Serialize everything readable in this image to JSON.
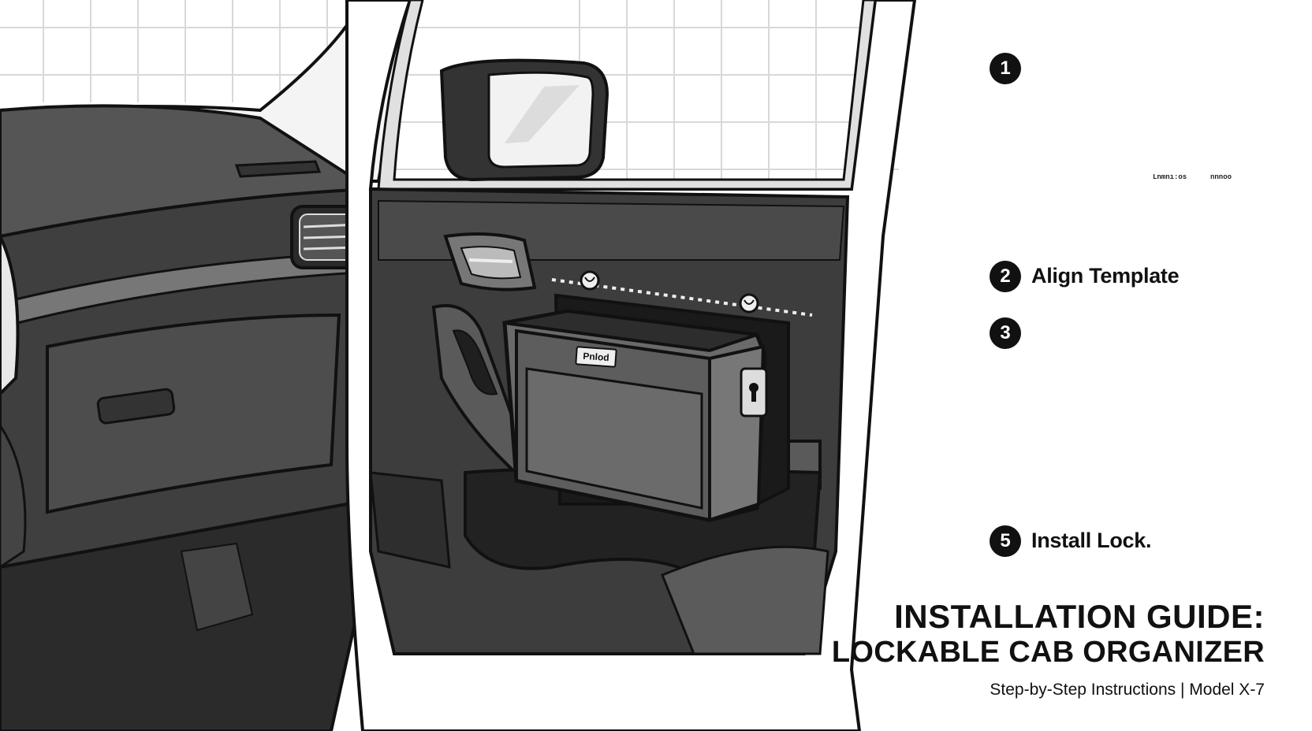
{
  "title": {
    "line1": "INSTALLATION GUIDE:",
    "line2": "LOCKABLE CAB ORGANIZER",
    "subtitle": "Step-by-Step Instructions | Model X-7"
  },
  "steps": [
    {
      "number": "1",
      "label": ""
    },
    {
      "number": "2",
      "label": "Align Template"
    },
    {
      "number": "3",
      "label": ""
    },
    {
      "number": "5",
      "label": "Install Lock."
    }
  ],
  "organizer": {
    "label": "Pnlod"
  },
  "template_plate": {
    "left_text": "Lnmnı:os",
    "right_text": "nnnoo"
  },
  "colors": {
    "accent_yellow": "#f2e000",
    "outline": "#111111",
    "panel_dark": "#4a4a4a",
    "panel_mid": "#6e6e6e",
    "panel_light": "#9a9a9a"
  },
  "icons": [
    "screw-icon",
    "keyhole-lock-icon",
    "seatbelt-buckle-icon",
    "mounting-bolt-icon"
  ]
}
